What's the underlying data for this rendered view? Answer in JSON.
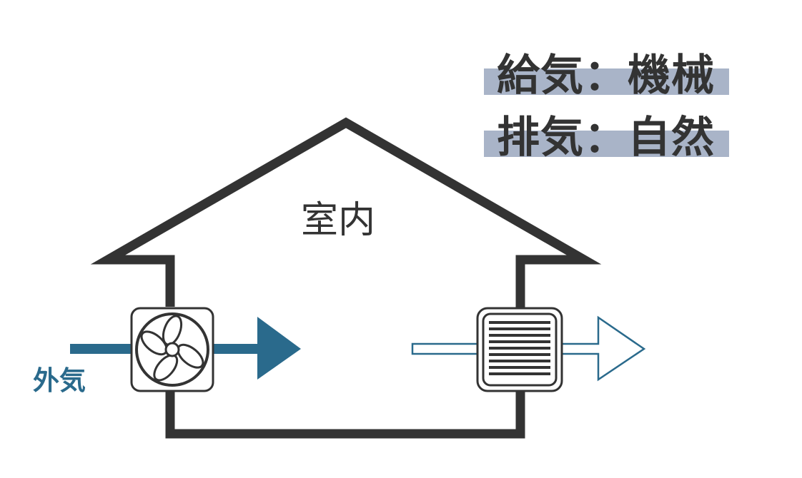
{
  "legend": {
    "supply": "給気：機械",
    "exhaust": "排気：自然"
  },
  "labels": {
    "room": "室内",
    "outside_air": "外気"
  },
  "colors": {
    "outline": "#333333",
    "airflow": "#2a6a8c",
    "legend_band": "#a9b4c8",
    "text_dark": "#333333"
  },
  "icons": {
    "supply_device": "fan-icon",
    "exhaust_device": "louver-vent-icon"
  }
}
